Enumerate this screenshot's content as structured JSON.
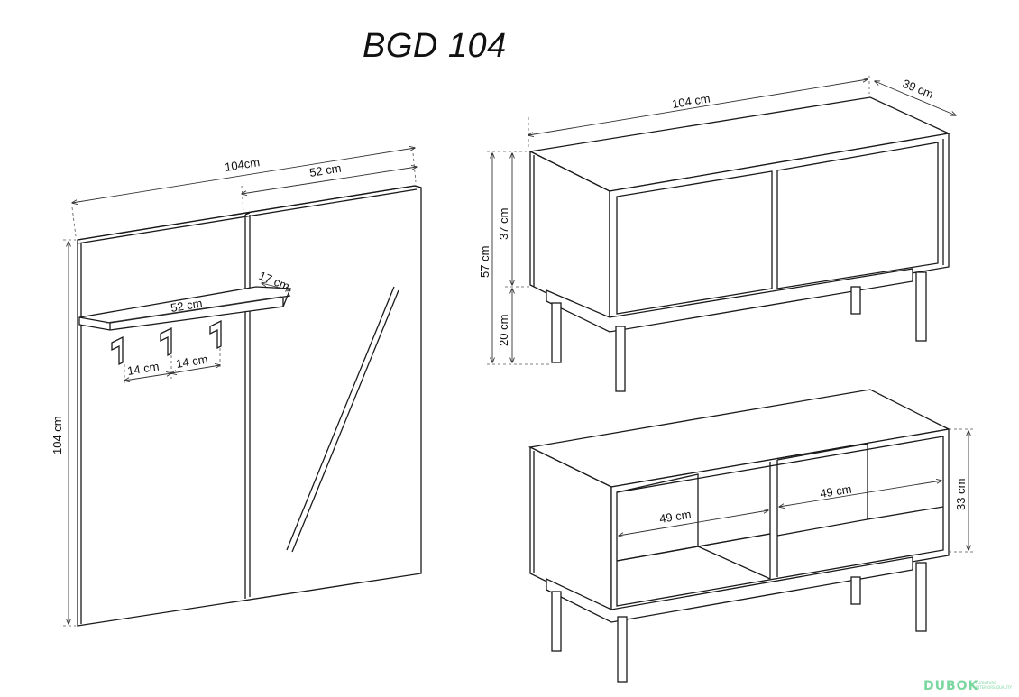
{
  "title": "BGD 104",
  "watermark": {
    "brand": "DUBOK",
    "tagline": "FURNITURE INTERIORS QUALITY",
    "color": "#7bd7a0"
  },
  "colors": {
    "line": "#1a1a1a",
    "text": "#111111"
  },
  "panel": {
    "width_label": "104cm",
    "half_width_label": "52 cm",
    "height_label": "104 cm",
    "shelf_width_label": "52 cm",
    "shelf_depth_label": "17 cm",
    "hook_spacing_1": "14 cm",
    "hook_spacing_2": "14 cm"
  },
  "cabinet_top": {
    "width_label": "104 cm",
    "depth_label": "39 cm",
    "total_height_label": "57 cm",
    "body_height_label": "37 cm",
    "leg_height_label": "20 cm"
  },
  "cabinet_bottom": {
    "inner_width_left": "49 cm",
    "inner_width_right": "49 cm",
    "inner_height": "33 cm"
  }
}
